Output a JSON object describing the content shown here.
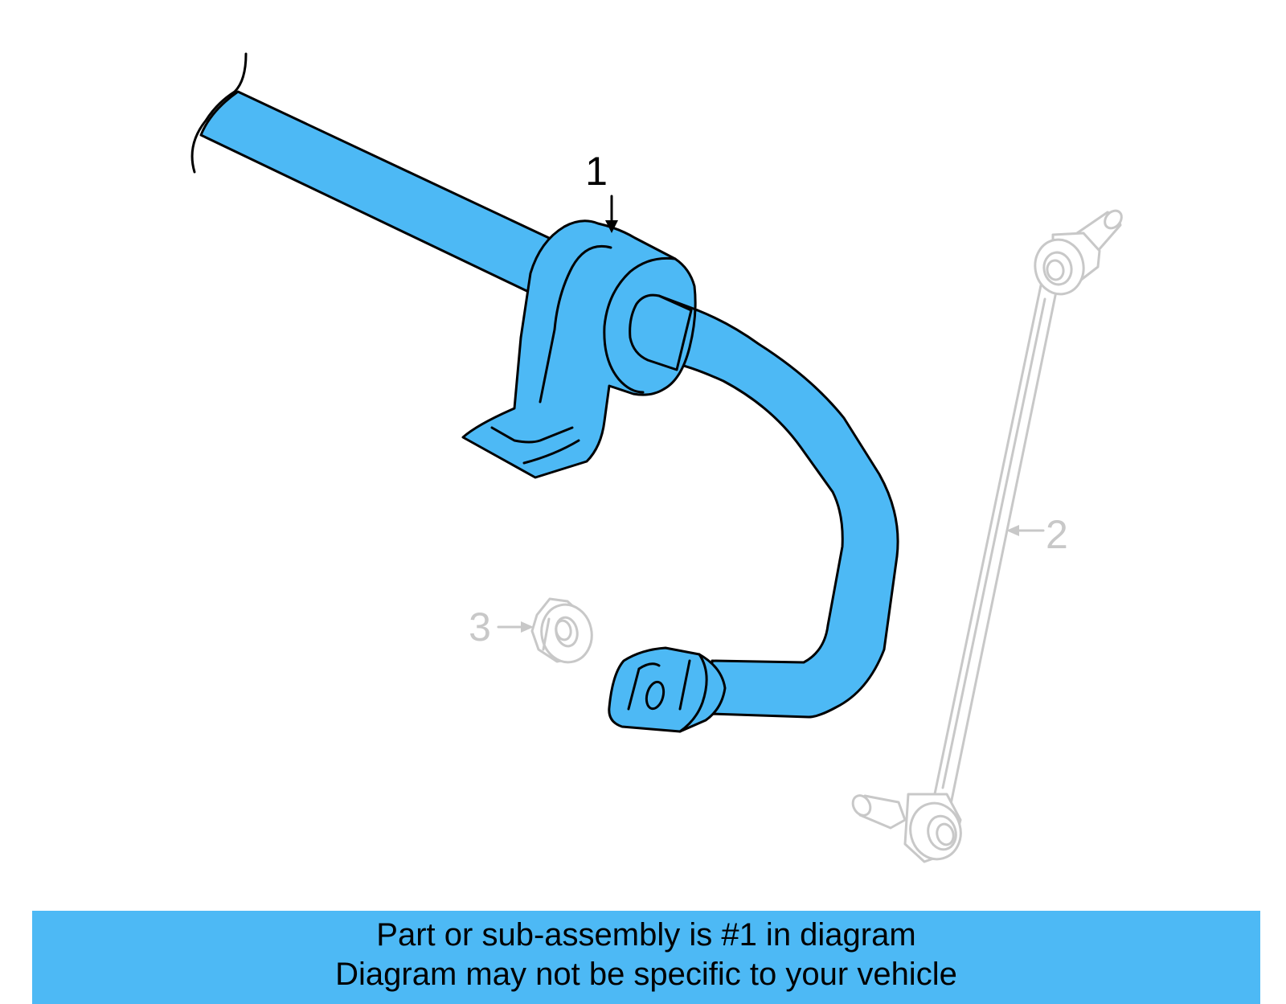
{
  "callouts": {
    "part1": "1",
    "part2": "2",
    "part3": "3"
  },
  "banner": {
    "line1": "Part or sub-assembly is #1 in diagram",
    "line2": "Diagram may not be specific to your vehicle"
  },
  "colors": {
    "highlight": "#4db9f5",
    "ghost_part": "#c8c8c8",
    "outline": "#000000",
    "background": "#ffffff"
  }
}
